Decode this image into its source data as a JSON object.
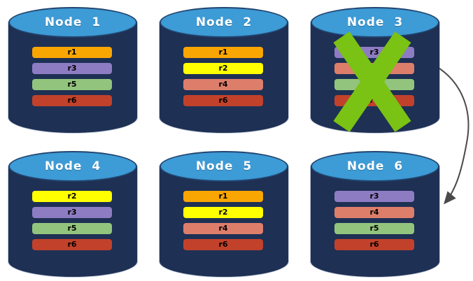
{
  "diagram": {
    "description_title": "",
    "colors": {
      "page_bg": "#FFFFFF",
      "cylinder_body": "#1E3054",
      "cylinder_top": "#3D9BD6",
      "cylinder_top_stroke": "#22456F",
      "title_text": "#FFFFFF",
      "bar_text": "#000000",
      "failure_x": "#7AC214",
      "arrow": "#4A4A4A",
      "replicas": {
        "r1": "#F9A602",
        "r2": "#FFFF00",
        "r3": "#8E7CC3",
        "r4": "#DD7E6B",
        "r5": "#93C47D",
        "r6": "#C2412B"
      }
    },
    "nodes": [
      {
        "id": "node-1",
        "title": "Node 1",
        "failed": false,
        "replicas": [
          "r1",
          "r3",
          "r5",
          "r6"
        ]
      },
      {
        "id": "node-2",
        "title": "Node 2",
        "failed": false,
        "replicas": [
          "r1",
          "r2",
          "r4",
          "r6"
        ]
      },
      {
        "id": "node-3",
        "title": "Node 3",
        "failed": true,
        "replicas": [
          "r3",
          "r4",
          "r5",
          "r6"
        ]
      },
      {
        "id": "node-4",
        "title": "Node 4",
        "failed": false,
        "replicas": [
          "r2",
          "r3",
          "r5",
          "r6"
        ]
      },
      {
        "id": "node-5",
        "title": "Node 5",
        "failed": false,
        "replicas": [
          "r1",
          "r2",
          "r4",
          "r6"
        ]
      },
      {
        "id": "node-6",
        "title": "Node 6",
        "failed": false,
        "replicas": [
          "r3",
          "r4",
          "r5",
          "r6"
        ]
      }
    ],
    "arrow": {
      "from": "node-3",
      "to": "node-6"
    }
  }
}
